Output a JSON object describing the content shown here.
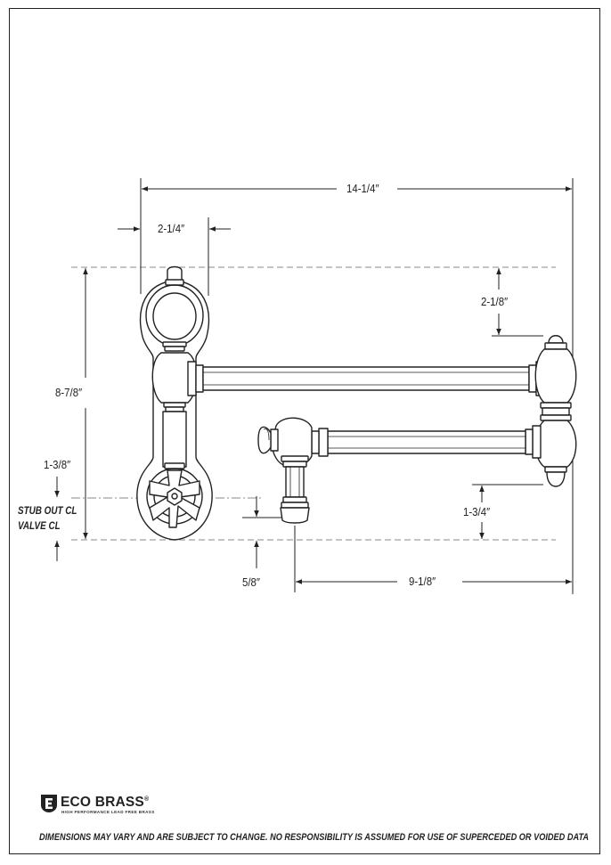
{
  "dimensions": {
    "overall_width": "14-1/4″",
    "escutcheon_width": "2-1/4″",
    "overall_height": "8-7/8″",
    "top_to_arm": "2-1/8″",
    "stub_out_offset": "1-3/8″",
    "arm_to_bottom": "1-3/4″",
    "spout_height": "5/8″",
    "spout_reach": "9-1/8″"
  },
  "labels": {
    "stub_out": "STUB OUT CL",
    "valve": "VALVE CL"
  },
  "brand": {
    "name": "ECO BRASS",
    "mark": "®",
    "tagline": "HIGH PERFORMANCE LEAD FREE BRASS"
  },
  "footer": {
    "disclaimer": "DIMENSIONS MAY VARY AND ARE SUBJECT TO CHANGE. NO RESPONSIBILITY IS ASSUMED FOR USE OF SUPERCEDED OR VOIDED DATA"
  },
  "colors": {
    "line": "#222222",
    "dashed_line": "#888888",
    "background": "#ffffff"
  }
}
